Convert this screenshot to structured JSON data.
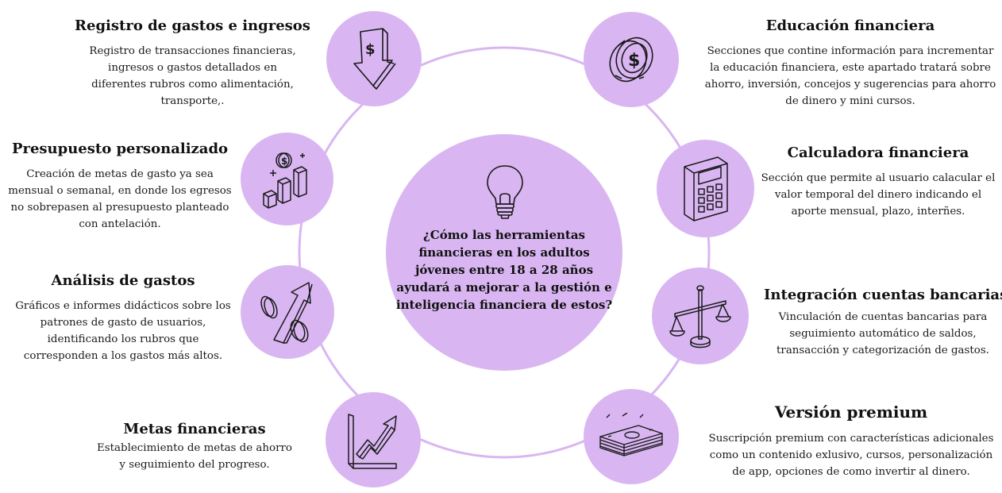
{
  "colors": {
    "node_fill": "#d9b6f2",
    "ring_stroke": "#d9b6f2",
    "icon_stroke": "#1a1a1a",
    "text": "#111111"
  },
  "center": {
    "icon": "lightbulb-icon",
    "question": "¿Cómo las herramientas financieras en los adultos jóvenes entre 18 a 28 años ayudará a mejorar a la gestión e inteligencia financiera de estos?"
  },
  "features": {
    "registro": {
      "icon": "dollar-down-arrow-icon",
      "title": "Registro de gastos e ingresos",
      "description": "Registro de transacciones financieras, ingresos o gastos detallados en diferentes rubros como alimentación, transporte,."
    },
    "presupuesto": {
      "icon": "coin-bar-chart-icon",
      "title": "Presupuesto personalizado",
      "description": "Creación de metas de gasto ya sea mensual o semanal, en donde los egresos no sobrepasen al presupuesto planteado con antelación."
    },
    "analisis": {
      "icon": "percent-arrow-icon",
      "title": "Análisis de gastos",
      "description": "Gráficos e informes didácticos sobre los patrones de gasto de usuarios, identificando los rubros que corresponden a los gastos más altos."
    },
    "metas": {
      "icon": "growth-arrow-icon",
      "title": "Metas financieras",
      "description": "Establecimiento de metas de ahorro y seguimiento del progreso."
    },
    "educacion": {
      "icon": "dollar-coin-icon",
      "title": "Educación financiera",
      "description": "Secciones que contine información para incrementar la educación financiera, este apartado tratará sobre ahorro, inversión, concejos y sugerencias para ahorro de dinero y mini cursos."
    },
    "calculadora": {
      "icon": "calculator-icon",
      "title": "Calculadora financiera",
      "description": "Sección que permite al usuario calacular el valor temporal del dinero indicando el aporte mensual, plazo, interñes."
    },
    "integracion": {
      "icon": "balance-scale-icon",
      "title": "Integración cuentas bancarias",
      "description": "Vinculación de cuentas bancarias para seguimiento automático de saldos, transacción y categorización de gastos."
    },
    "premium": {
      "icon": "money-stack-icon",
      "title": "Versión premium",
      "description": "Suscripción premium con características adicionales como un contenido exlusivo, cursos, personalización de app, opciones de como invertir al dinero."
    }
  }
}
